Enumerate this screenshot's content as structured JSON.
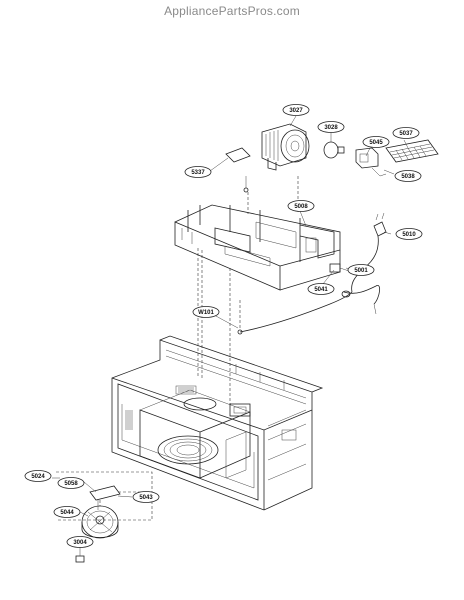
{
  "watermark": "AppliancePartsPros.com",
  "callouts": [
    "3027",
    "3028",
    "5045",
    "5037",
    "5337",
    "5038",
    "5008",
    "5010",
    "5001",
    "5041",
    "W101",
    "5024",
    "5058",
    "5043",
    "5044",
    "3004"
  ]
}
